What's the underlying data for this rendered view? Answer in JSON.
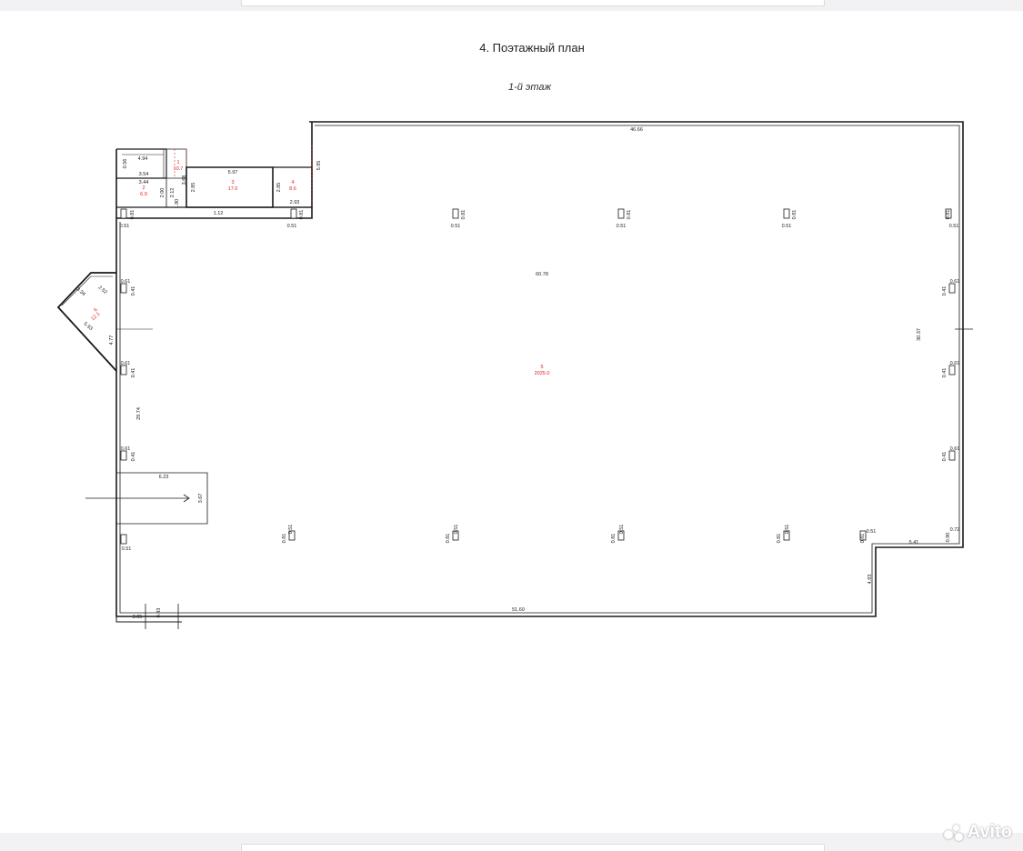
{
  "title": "4. Поэтажный план",
  "floor_label": "1-й этаж",
  "watermark": "Avito",
  "colors": {
    "walls": "#1a1a1a",
    "room_label": "#e02020",
    "background": "#ffffff"
  },
  "rooms": [
    {
      "id": "room-1",
      "number": "1",
      "area": "10.7"
    },
    {
      "id": "room-2",
      "number": "2",
      "area": "6.9"
    },
    {
      "id": "room-3",
      "number": "3",
      "area": "17.0"
    },
    {
      "id": "room-4",
      "number": "4",
      "area": "8.6"
    },
    {
      "id": "room-5",
      "number": "5",
      "area": "2025.0"
    },
    {
      "id": "room-6",
      "number": "6",
      "area": "12.1"
    }
  ],
  "dimensions": {
    "top_wall": "46.66",
    "inner_width": "60.78",
    "right_height": "30.37",
    "left_height": "29.74",
    "bottom_wall": "51.60",
    "step_width": "5.41",
    "step_height": "4.93",
    "entry_width": "6.23",
    "entry_depth": "3.67",
    "top_step": "5.95",
    "bay_left": "4.77",
    "bottom_left_a": "3.05",
    "bottom_left_b": "0.43",
    "corner_a": "0.72",
    "corner_b": "0.90",
    "rooms_top_a": "4.94",
    "rooms_top_b": "3.54",
    "rooms_top_c": "3.44",
    "rooms_v_a": "0.56",
    "rooms_v_b": "2.00",
    "rooms_v_c": "2.12",
    "rooms_v_d": "3.68",
    "rooms_v_e": "1.80",
    "room3_width": "5.97",
    "room3_height": "2.85",
    "room4_width": "2.93",
    "room4_height": "2.85",
    "door_gap": "1.12",
    "bay_side_a": "3.34",
    "bay_side_b": "2.52",
    "bay_side_c": "5.93",
    "col_a": "0.81",
    "col_b": "0.51",
    "col_c": "0.61",
    "col_d": "0.41"
  }
}
